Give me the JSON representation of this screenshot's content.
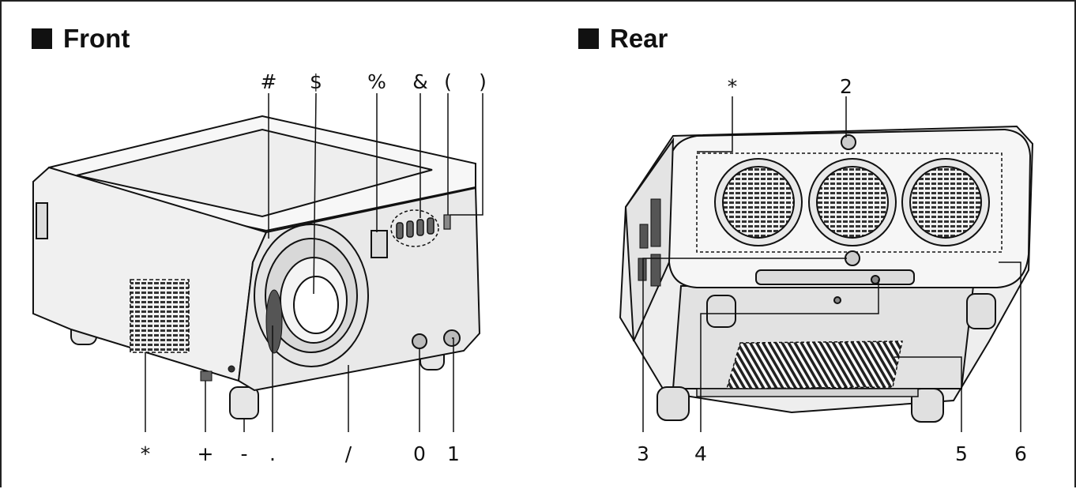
{
  "front": {
    "heading": "Front",
    "callouts_top": [
      "#",
      "$",
      "%",
      "&",
      "(",
      ")"
    ],
    "callouts_bottom": [
      "*",
      "+",
      "-",
      ".",
      "/",
      "0",
      "1"
    ]
  },
  "rear": {
    "heading": "Rear",
    "callouts_top": [
      "*",
      "2"
    ],
    "callouts_bottom": [
      "3",
      "4",
      "5",
      "6"
    ]
  },
  "colors": {
    "line": "#111111",
    "body": "#f2f2f2",
    "shade": "#cfcfcf",
    "dark": "#555555"
  }
}
